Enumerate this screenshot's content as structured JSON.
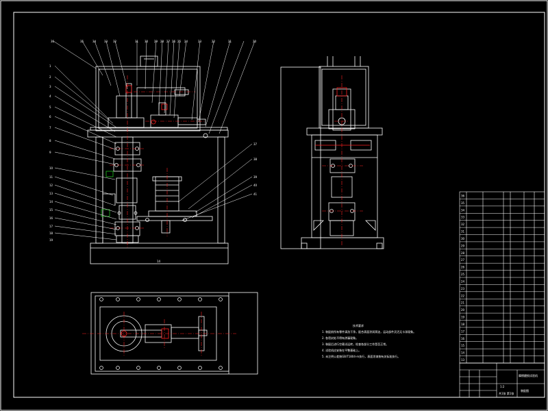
{
  "colors": {
    "background": "#000000",
    "line": "#ffffff",
    "center_line": "#ff2020",
    "accent_green": "#20c020",
    "hatch": "#c0c0c0"
  },
  "drawing": {
    "balloon_labels_top": [
      "36",
      "35",
      "34",
      "33",
      "32",
      "31",
      "30",
      "29",
      "28",
      "27",
      "26",
      "25",
      "24",
      "23",
      "22",
      "21",
      "20"
    ],
    "balloon_labels_left": [
      "1",
      "2",
      "3",
      "4",
      "5",
      "6",
      "7",
      "8",
      "9",
      "10",
      "11",
      "12",
      "13",
      "14",
      "15",
      "16",
      "17",
      "18",
      "19"
    ],
    "balloon_labels_right": [
      "37",
      "38",
      "39",
      "40",
      "41"
    ],
    "dimension_bottom": "14"
  },
  "notes": {
    "title": "技术要求",
    "lines": [
      "1. 装配前所有零件清洗干净，配合表面涂润滑油，运动部件灵活无卡滞现象。",
      "2. 各密封处不得有渗漏现象。",
      "3. 装配后进行空载试运转，检查各部分工作是否正常。",
      "4. 试验机应安装在平整基础上。",
      "5. 未注明公差按GB/T1804-m执行，表面涂漆按有关标准执行。"
    ]
  },
  "title_block": {
    "drawing_name": "摩擦磨损试验机",
    "drawing_no": "装配图",
    "scale": "1:2",
    "sheet": "共1张 第1张"
  },
  "parts_list": {
    "rows": [
      "36",
      "35",
      "34",
      "33",
      "32",
      "31",
      "30",
      "29",
      "28",
      "27",
      "26",
      "25",
      "24",
      "23",
      "22",
      "21",
      "20",
      "19",
      "18",
      "17",
      "16",
      "15",
      "14",
      "13"
    ]
  }
}
